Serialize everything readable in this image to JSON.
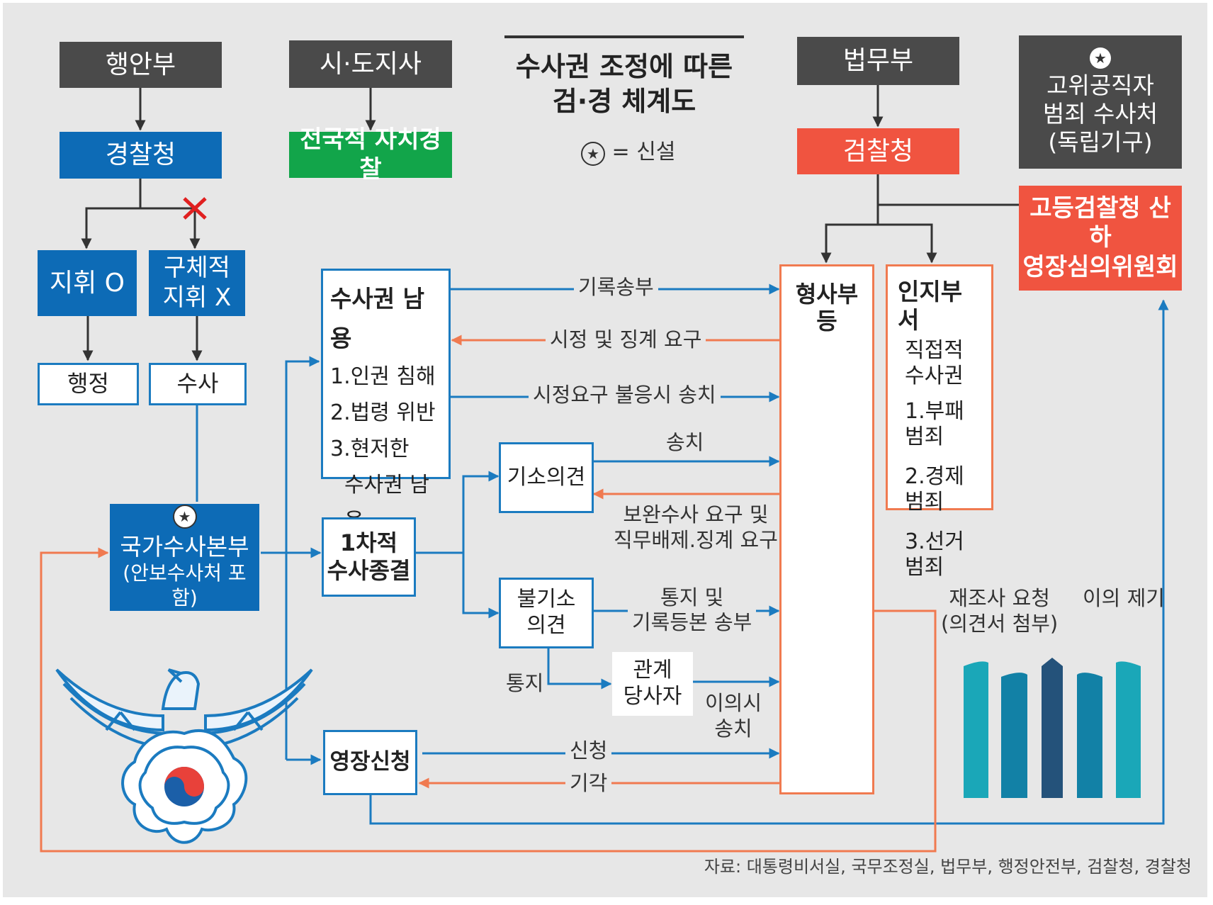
{
  "title": [
    "수사권 조정에 따른",
    "검·경 체계도"
  ],
  "legend": "= 신설",
  "star_glyph": "★",
  "boxes": {
    "moi": "행안부",
    "governor": "시·도지사",
    "moj": "법무부",
    "cio_lines": [
      "고위공직자",
      "범죄 수사처",
      "(독립기구)"
    ],
    "police_agency": "경찰청",
    "autonomous_police": "전국적 자치경찰",
    "prosecution": "검찰청",
    "warrant_committee": [
      "고등검찰청 산하",
      "영장심의위원회"
    ],
    "command_o": "지휘 O",
    "command_x": [
      "구체적",
      "지휘 X"
    ],
    "admin": "행정",
    "investigation": "수사",
    "nib": [
      "국가수사본부",
      "(안보수사처 포함)"
    ],
    "abuse_title": "수사권 남용",
    "abuse_items": [
      "1.인권 침해",
      "2.법령 위반",
      "3.현저한",
      "수사권 남용"
    ],
    "first_closure": [
      "1차적",
      "수사종결"
    ],
    "indict": "기소의견",
    "non_indict": [
      "불기소",
      "의견"
    ],
    "parties": [
      "관계",
      "당사자"
    ],
    "warrant": "영장신청",
    "criminal_dept": [
      "형사부",
      "등"
    ],
    "cognizance_title": "인지부서",
    "cognizance_sub": [
      "직접적",
      "수사권"
    ],
    "cognizance_items": [
      "1.부패범죄",
      "2.경제범죄",
      "3.선거범죄"
    ]
  },
  "labels": {
    "record_transfer": "기록송부",
    "correction_demand": "시정 및 징계 요구",
    "refer_noncompliance": "시정요구 불응시 송치",
    "refer": "송치",
    "supplement": [
      "보완수사 요구 및",
      "직무배제.징계 요구"
    ],
    "notify_transfer": [
      "통지 및",
      "기록등본 송부"
    ],
    "notify": "통지",
    "objection_refer": [
      "이의시",
      "송치"
    ],
    "apply": "신청",
    "reject": "기각",
    "reinvestigation": [
      "재조사 요청",
      "(의견서 첨부)"
    ],
    "objection": "이의 제기"
  },
  "source": "자료: 대통령비서실, 국무조정실, 법무부, 행정안전부, 검찰청, 경찰청",
  "colors": {
    "blue": "#0d6bb6",
    "dark": "#4a4a4a",
    "green": "#12a54a",
    "red": "#f05440",
    "orange_line": "#f07a50",
    "blue_line": "#1b7bc0"
  }
}
